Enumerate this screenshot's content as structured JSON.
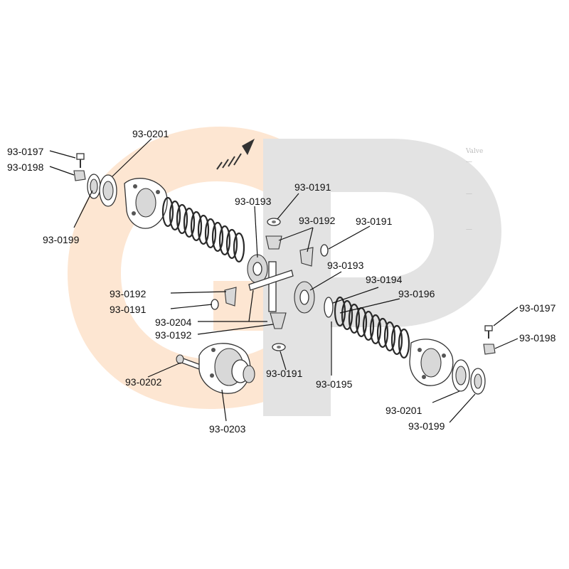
{
  "labels": {
    "l1": "93-0197",
    "l2": "93-0198",
    "l3": "93-0201",
    "l4": "93-0199",
    "l5": "93-0193",
    "l6": "93-0191",
    "l7": "93-0192",
    "l8": "93-0191",
    "l9": "93-0193",
    "l10": "93-0194",
    "l11": "93-0196",
    "l12": "93-0192",
    "l13": "93-0191",
    "l14": "93-0204",
    "l15": "93-0192",
    "l16": "93-0197",
    "l17": "93-0198",
    "l18": "93-0202",
    "l19": "93-0191",
    "l20": "93-0195",
    "l21": "93-0201",
    "l22": "93-0203",
    "l23": "93-0199"
  },
  "colors": {
    "watermark_orange": "#fde6d2",
    "watermark_gray": "#e3e3e3",
    "line": "#111111"
  },
  "icons": {
    "watermark": "gp-logo-watermark"
  }
}
